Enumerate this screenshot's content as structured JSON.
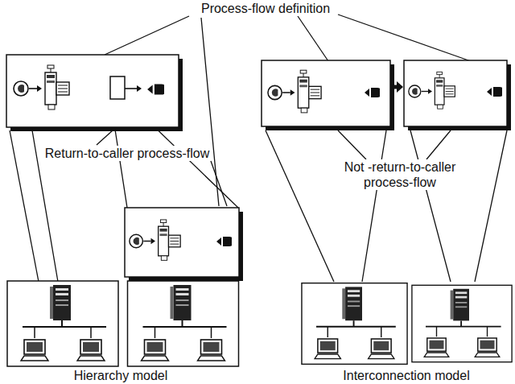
{
  "diagram": {
    "labels": [
      "Process-flow definition",
      "Return-to-caller process-flow",
      "Not -return-to-caller process-flow",
      "Hierarchy model",
      "Interconnection model"
    ]
  }
}
